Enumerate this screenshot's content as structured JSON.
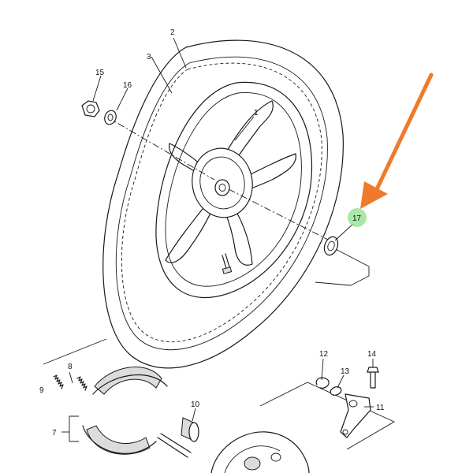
{
  "diagram": {
    "part_labels": {
      "p1": "1",
      "p2": "2",
      "p3": "3",
      "p7": "7",
      "p8": "8",
      "p9": "9",
      "p10": "10",
      "p11": "11",
      "p12": "12",
      "p13": "13",
      "p14": "14",
      "p15": "15",
      "p16": "16",
      "p17": "17"
    },
    "highlight": {
      "part": "17",
      "marker_color": "#8ee08a",
      "arrow_color": "#f07a2c"
    }
  }
}
